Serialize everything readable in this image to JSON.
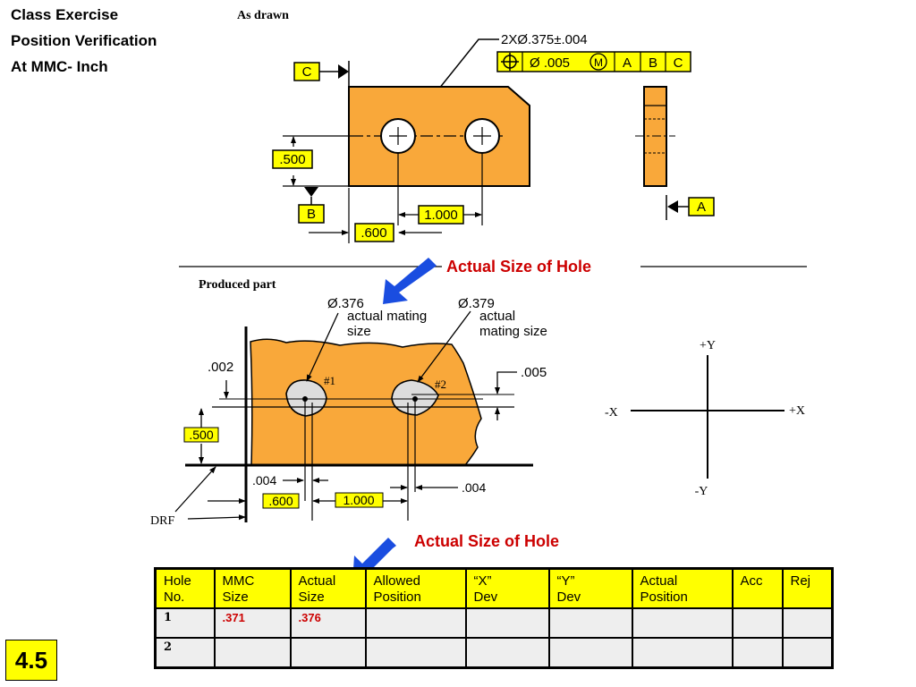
{
  "title": {
    "line1": "Class Exercise",
    "line2": "Position Verification",
    "line3": "At MMC- Inch"
  },
  "slide_number": "4.5",
  "drawn_section": {
    "label": "As drawn",
    "hole_callout": "2XØ.375±.004",
    "fcf": {
      "symbol": "position",
      "tolerance": "Ø .005",
      "modifier": "M",
      "datums": [
        "A",
        "B",
        "C"
      ]
    },
    "datum_c": "C",
    "datum_b": "B",
    "datum_a": "A",
    "dim_vertical": ".500",
    "dim_spacing": "1.000",
    "dim_horizontal": ".600"
  },
  "produced_section": {
    "label": "Produced part",
    "actual_size_label": "Actual Size of Hole",
    "hole1": {
      "id": "#1",
      "size": "Ø.376",
      "desc_line1": "actual mating",
      "desc_line2": "size"
    },
    "hole2": {
      "id": "#2",
      "size": "Ø.379",
      "desc_line1": "actual",
      "desc_line2": "mating size"
    },
    "dev_002": ".002",
    "dev_005": ".005",
    "dev_004_left": ".004",
    "dev_004_right": ".004",
    "dim_vertical": ".500",
    "dim_horizontal": ".600",
    "dim_spacing": "1.000",
    "drf_label": "DRF"
  },
  "axes": {
    "plus_y": "+Y",
    "minus_y": "-Y",
    "plus_x": "+X",
    "minus_x": "-X"
  },
  "table_caption": "Actual Size of Hole",
  "table": {
    "headers": [
      [
        "Hole",
        "No."
      ],
      [
        "MMC",
        "Size"
      ],
      [
        "Actual",
        "Size"
      ],
      [
        "Allowed",
        "Position"
      ],
      [
        "“X”",
        "Dev"
      ],
      [
        "“Y”",
        "Dev"
      ],
      [
        "Actual",
        "Position"
      ],
      [
        "Acc",
        ""
      ],
      [
        "Rej",
        ""
      ]
    ],
    "rows": [
      [
        "1",
        ".371",
        ".376",
        "",
        "",
        "",
        "",
        "",
        ""
      ],
      [
        "2",
        "",
        "",
        "",
        "",
        "",
        "",
        "",
        ""
      ]
    ]
  },
  "colors": {
    "part_fill": "#f9a83a",
    "label_fill": "#ffff00",
    "callout_red": "#cc0000",
    "arrow_blue": "#1a4de0"
  }
}
